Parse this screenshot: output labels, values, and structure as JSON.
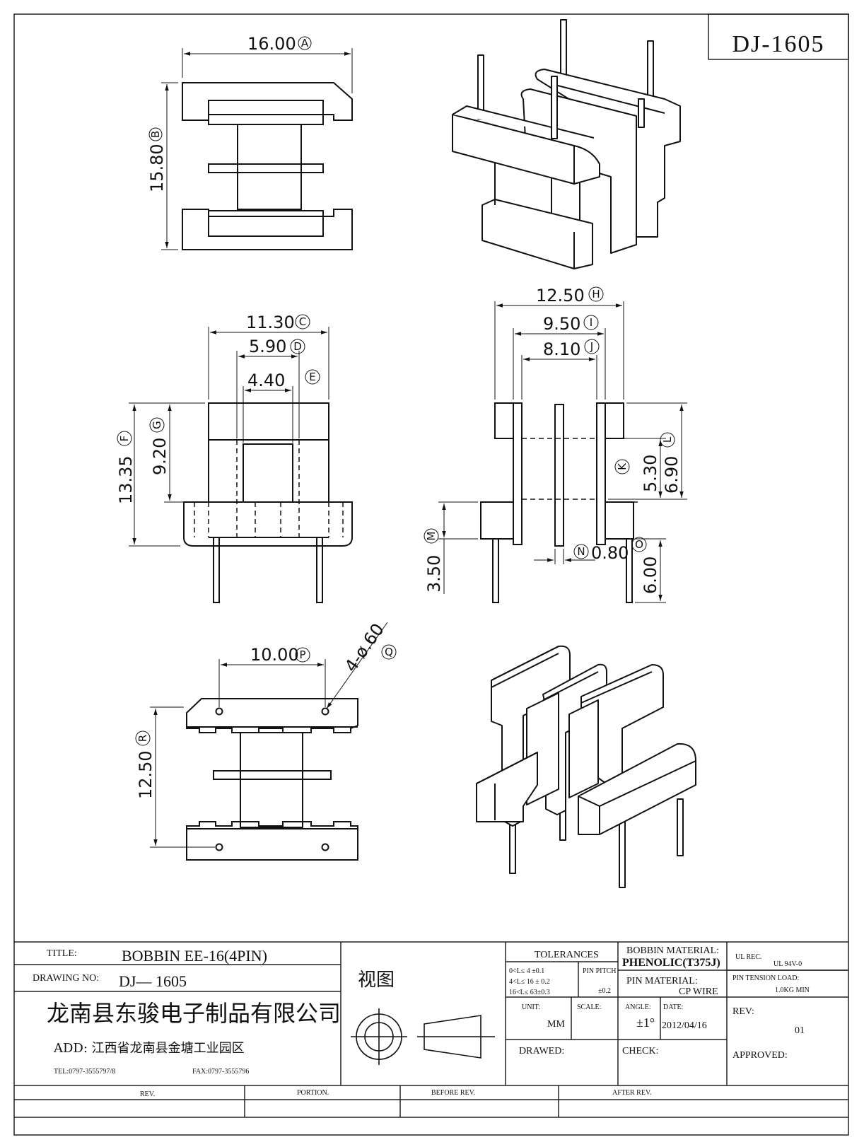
{
  "drawing": {
    "code": "DJ-1605",
    "dims": {
      "A": {
        "value": "16.00",
        "circle": "A"
      },
      "B": {
        "value": "15.80",
        "circle": "B"
      },
      "C": {
        "value": "11.30",
        "circle": "C"
      },
      "D": {
        "value": "5.90",
        "circle": "D"
      },
      "E": {
        "value": "4.40",
        "circle": "E"
      },
      "F": {
        "value": "13.35",
        "circle": "F"
      },
      "G": {
        "value": "9.20",
        "circle": "G"
      },
      "H": {
        "value": "12.50",
        "circle": "H"
      },
      "I": {
        "value": "9.50",
        "circle": "I"
      },
      "J": {
        "value": "8.10",
        "circle": "J"
      },
      "K": {
        "value": "5.30",
        "circle": "K"
      },
      "L": {
        "value": "6.90",
        "circle": "L"
      },
      "M": {
        "value": "3.50",
        "circle": "M"
      },
      "N": {
        "value": "0.80",
        "circle": "N"
      },
      "O": {
        "value": "6.00",
        "circle": "O"
      },
      "P": {
        "value": "10.00",
        "circle": "P"
      },
      "Q": {
        "value": "4-ø.60",
        "circle": "Q"
      },
      "R": {
        "value": "12.50",
        "circle": "R"
      }
    }
  },
  "title_block": {
    "title_label": "TITLE:",
    "title_value": "BOBBIN EE-16(4PIN)",
    "drawing_no_label": "DRAWING NO:",
    "drawing_no_value": "DJ— 1605",
    "company": "龙南县东骏电子制品有限公司",
    "address": "ADD: 江西省龙南县金塘工业园区",
    "tel": "TEL:0797-3555797/8",
    "fax": "FAX:0797-3555796",
    "view_label": "视图",
    "tolerances_label": "TOLERANCES",
    "tol_1": "0<L≤ 4  ±0.1",
    "tol_2": "4<L≤ 16 ± 0.2",
    "tol_3": "16<L≤ 63±0.3",
    "pin_pitch_label": "PIN PITCH",
    "pin_pitch_value": "±0.2",
    "bobbin_material_label": "BOBBIN MATERIAL:",
    "bobbin_material_value": "PHENOLIC(T375J)",
    "ul_rec_label": "UL REC.",
    "ul_rec_value": "UL  94V-0",
    "pin_material_label": "PIN MATERIAL:",
    "pin_material_value": "CP WIRE",
    "pin_tension_label": "PIN TENSION LOAD:",
    "pin_tension_value": "1.0KG MIN",
    "unit_label": "UNIT:",
    "unit_value": "MM",
    "scale_label": "SCALE:",
    "angle_label": "ANGLE:",
    "angle_value": "±1°",
    "date_label": "DATE:",
    "date_value": "2012/04/16",
    "rev_label": "REV:",
    "rev_value": "01",
    "drawed_label": "DRAWED:",
    "check_label": "CHECK:",
    "approved_label": "APPROVED:",
    "rev_col": "REV.",
    "portion_col": "PORTION.",
    "before_rev_col": "BEFORE REV.",
    "after_rev_col": "AFTER REV."
  }
}
